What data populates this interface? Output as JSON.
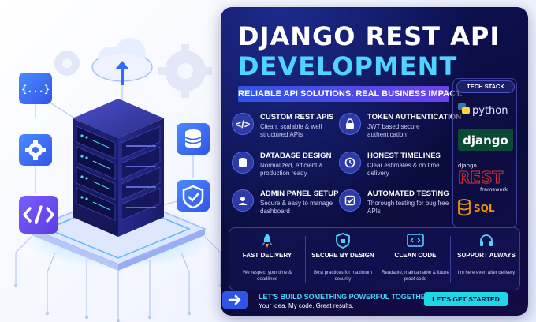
{
  "header": {
    "title_line1": "DJANGO REST API",
    "title_line2": "DEVELOPMENT",
    "tagline": "RELIABLE API SOLUTIONS. REAL BUSINESS IMPACT."
  },
  "features": [
    {
      "title": "CUSTOM REST APIS",
      "desc": "Clean, scalable & well structured APIs",
      "icon": "code-icon"
    },
    {
      "title": "TOKEN AUTHENTICATION",
      "desc": "JWT based secure authentication",
      "icon": "lock-icon"
    },
    {
      "title": "DATABASE DESIGN",
      "desc": "Normalized, efficient & production ready",
      "icon": "database-icon"
    },
    {
      "title": "HONEST TIMELINES",
      "desc": "Clear estimates & on time delivery",
      "icon": "clock-icon"
    },
    {
      "title": "ADMIN PANEL SETUP",
      "desc": "Secure & easy to manage dashboard",
      "icon": "user-icon"
    },
    {
      "title": "AUTOMATED TESTING",
      "desc": "Thorough testing for bug free APIs",
      "icon": "checkbox-icon"
    }
  ],
  "tech_stack": {
    "heading": "TECH STACK",
    "python": "python",
    "django": "django",
    "rest_small": "django",
    "rest_big": "REST",
    "rest_sub": "framework",
    "sql": "SQL"
  },
  "benefits": [
    {
      "title": "FAST DELIVERY",
      "desc": "We respect your time & deadlines",
      "icon": "rocket-icon"
    },
    {
      "title": "SECURE BY DESIGN",
      "desc": "Best practices for maximum security",
      "icon": "shield-icon"
    },
    {
      "title": "CLEAN CODE",
      "desc": "Readable, maintainable & future proof code",
      "icon": "code-window-icon"
    },
    {
      "title": "SUPPORT ALWAYS",
      "desc": "I'm here even after delivery",
      "icon": "headset-icon"
    }
  ],
  "cta": {
    "line1": "LET'S BUILD SOMETHING POWERFUL TOGETHER!",
    "line2": "Your idea. My code. Great results.",
    "button": "LET'S GET STARTED"
  },
  "illustration": {
    "json_icon": "{...}"
  },
  "colors": {
    "panel_bg": "#0a0c3d",
    "accent_cyan": "#4fd4ff",
    "accent_blue": "#2f55e6",
    "accent_purple": "#6a43e8",
    "django_green": "#0c4b33",
    "drf_red": "#a30000",
    "sql_orange": "#f29111"
  }
}
